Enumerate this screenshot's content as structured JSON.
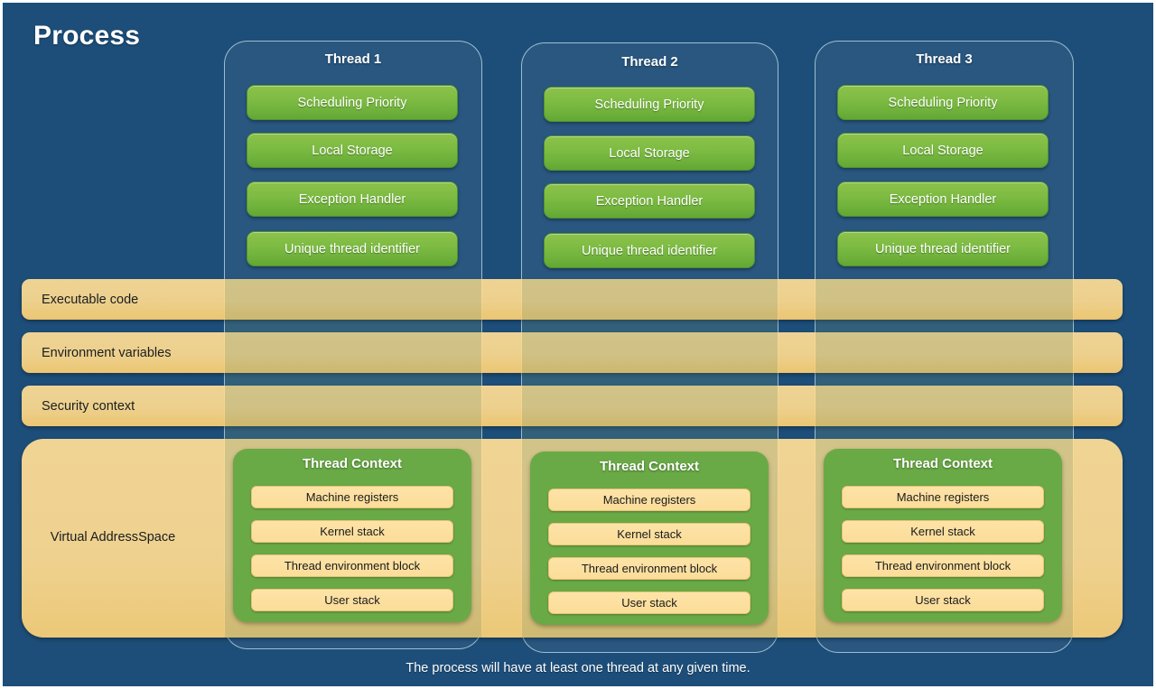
{
  "diagram": {
    "title": "Process",
    "caption": "The process will have at least one thread at any given time.",
    "colors": {
      "background": "#1d4e79",
      "thread_pill": "#7cbb42",
      "process_bar": "#fbd98f",
      "thread_context": "#6aaa46",
      "context_item": "#fcdd99",
      "title_text": "#ffffff"
    }
  },
  "threads": [
    {
      "title": "Thread 1",
      "attributes": [
        "Scheduling Priority",
        "Local Storage",
        "Exception Handler",
        "Unique thread identifier"
      ],
      "context": {
        "title": "Thread Context",
        "items": [
          "Machine registers",
          "Kernel stack",
          "Thread environment block",
          "User stack"
        ]
      }
    },
    {
      "title": "Thread 2",
      "attributes": [
        "Scheduling Priority",
        "Local Storage",
        "Exception Handler",
        "Unique thread identifier"
      ],
      "context": {
        "title": "Thread Context",
        "items": [
          "Machine registers",
          "Kernel stack",
          "Thread environment block",
          "User stack"
        ]
      }
    },
    {
      "title": "Thread 3",
      "attributes": [
        "Scheduling Priority",
        "Local Storage",
        "Exception Handler",
        "Unique thread identifier"
      ],
      "context": {
        "title": "Thread Context",
        "items": [
          "Machine registers",
          "Kernel stack",
          "Thread environment block",
          "User stack"
        ]
      }
    }
  ],
  "process_bars": [
    "Executable code",
    "Environment variables",
    "Security context"
  ],
  "virtual_address_space": {
    "label": "Virtual Address\nSpace",
    "label_line1": "Virtual Address",
    "label_line2": "Space"
  }
}
